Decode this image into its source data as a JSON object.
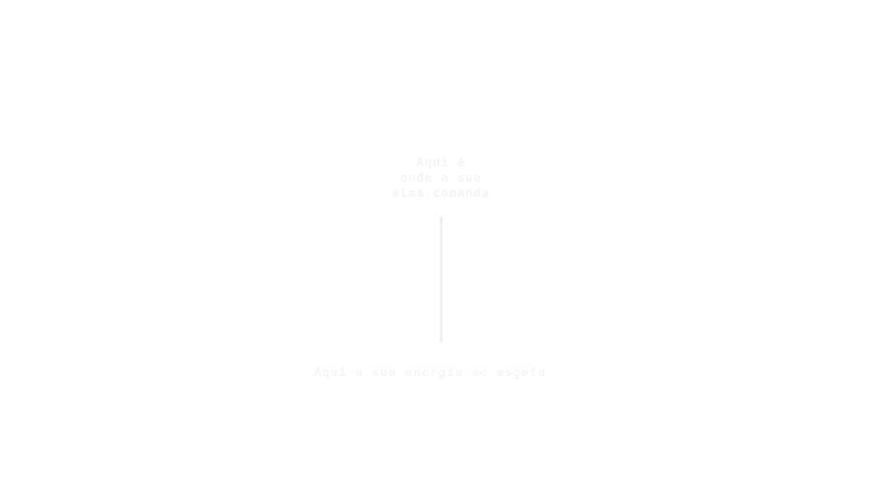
{
  "diagram": {
    "top_label_lines": [
      "Aqui é",
      "onde a sua",
      "alma comanda"
    ],
    "bottom_label": "Aqui a sua energia se esgota",
    "arrow_color": "#ededed",
    "text_color": "#f5f5f5",
    "arrow_type": "double-headed-vertical"
  }
}
